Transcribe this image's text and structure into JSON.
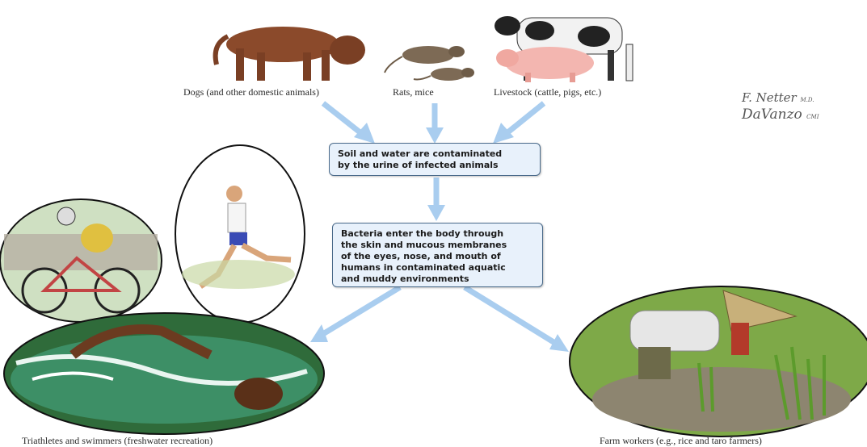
{
  "sources": [
    {
      "label": "Dogs (and other domestic animals)"
    },
    {
      "label": "Rats, mice"
    },
    {
      "label": "Livestock (cattle, pigs, etc.)"
    }
  ],
  "steps": [
    {
      "lines": [
        "Soil and water are contaminated",
        "by the urine of infected animals"
      ]
    },
    {
      "lines": [
        "Bacteria enter the body through",
        "the skin and mucous membranes",
        "of the eyes, nose, and mouth of",
        "humans in contaminated aquatic",
        "and muddy environments"
      ]
    }
  ],
  "outcomes": [
    {
      "label": "Triathletes and swimmers (freshwater recreation)"
    },
    {
      "label": "Farm workers (e.g., rice and taro farmers)"
    }
  ],
  "signature": {
    "line1": "F. Netter",
    "line1_suffix": "M.D.",
    "line2": "DaVanzo",
    "line2_suffix": "CMI"
  },
  "colors": {
    "arrow": "#a9cdef",
    "box_fill": "#e8f1fb",
    "box_border": "#4a6a8a"
  }
}
